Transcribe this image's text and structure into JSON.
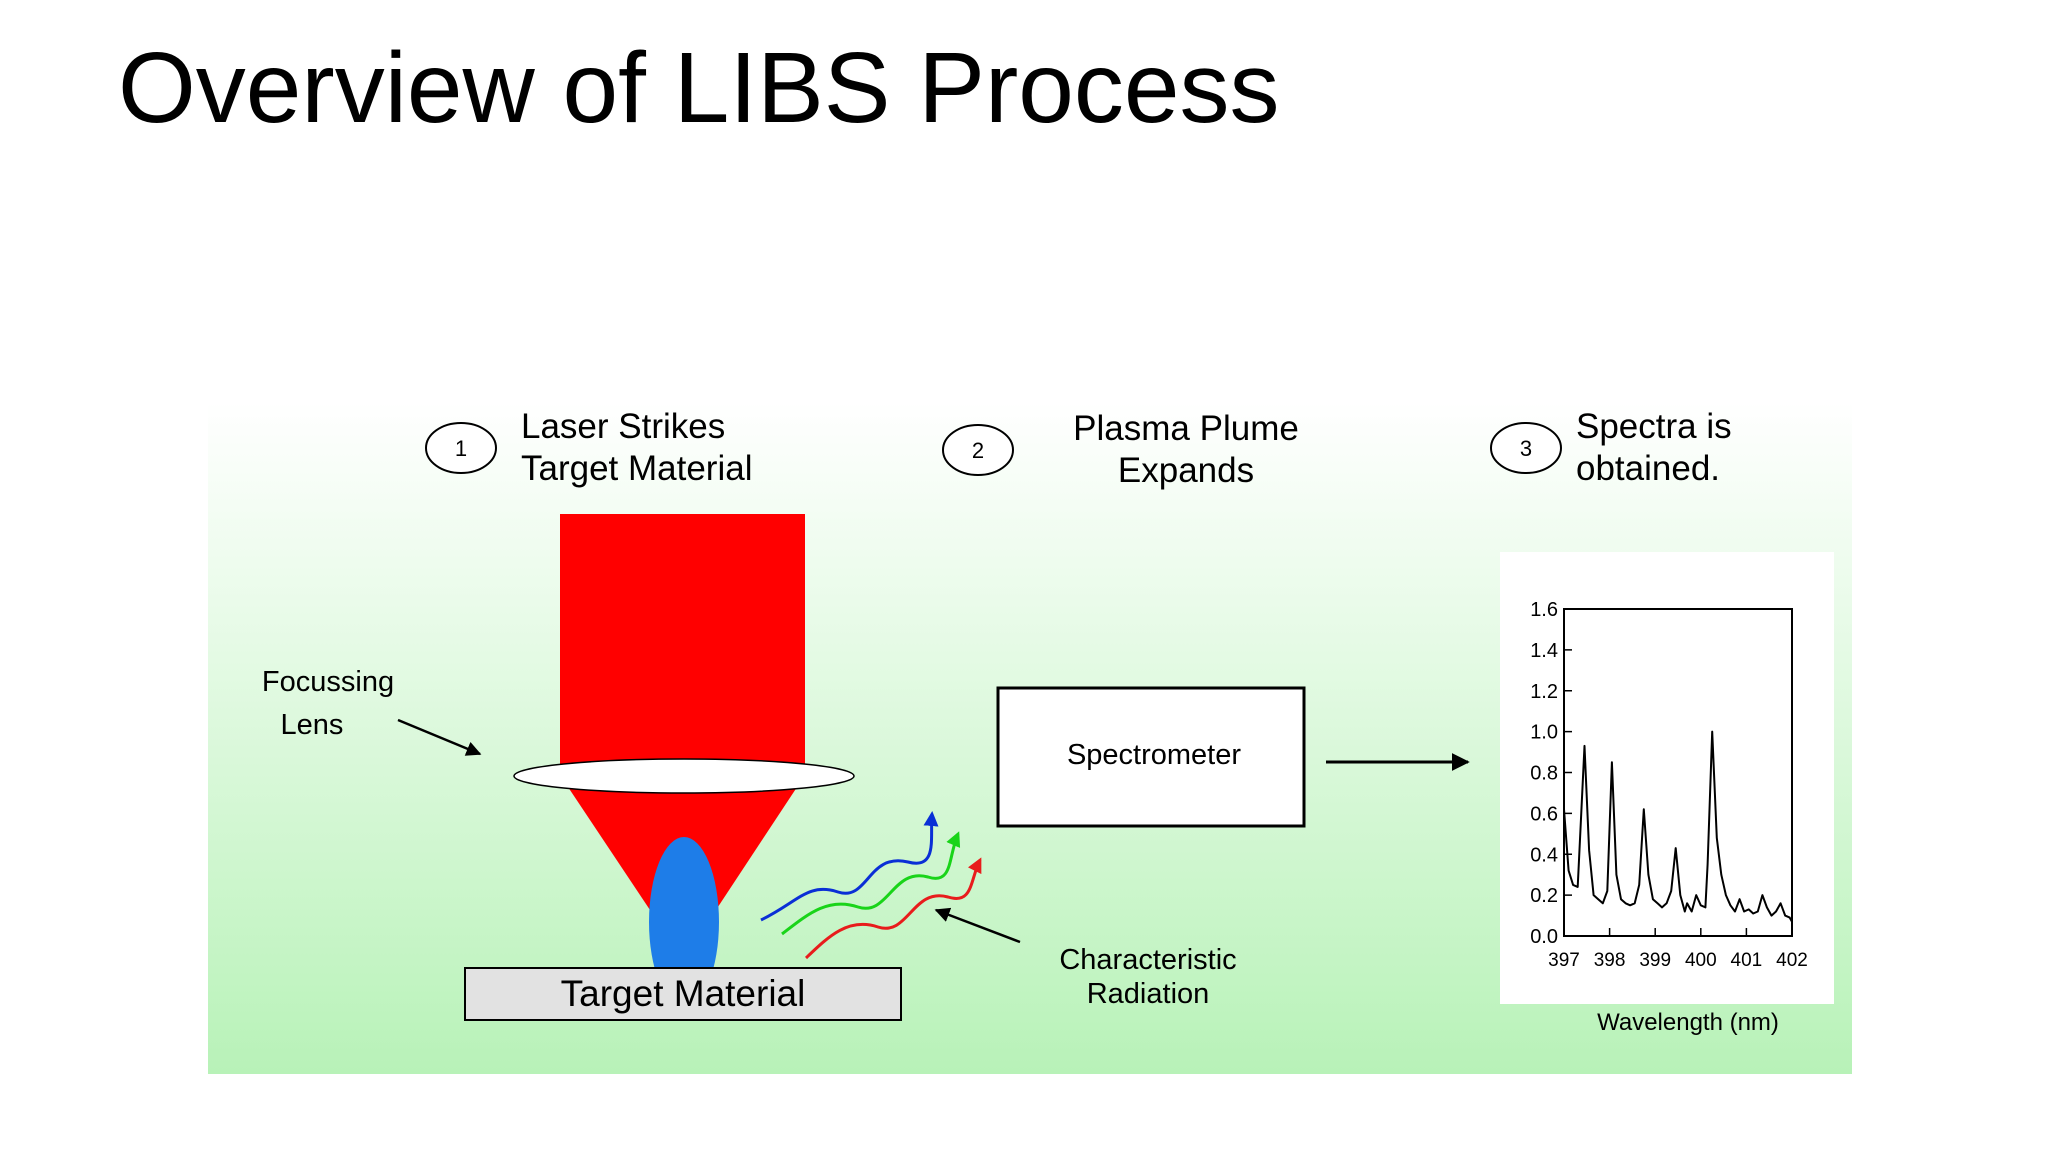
{
  "slide": {
    "title": "Overview of LIBS Process"
  },
  "diagram": {
    "background_top_color": "#ffffff",
    "background_bottom_color": "#b8f2b8",
    "steps": [
      {
        "number": "1",
        "line1": "Laser Strikes",
        "line2": "Target Material"
      },
      {
        "number": "2",
        "line1": "Plasma Plume",
        "line2": "Expands"
      },
      {
        "number": "3",
        "line1": "Spectra is",
        "line2": "obtained."
      }
    ],
    "labels": {
      "focusing_lens_line1": "Focussing",
      "focusing_lens_line2": "Lens",
      "target_material": "Target Material",
      "spectrometer": "Spectrometer",
      "characteristic_line1": "Characteristic",
      "characteristic_line2": "Radiation"
    },
    "colors": {
      "laser_beam": "#ff0000",
      "plasma_plume": "#1e7de8",
      "radiation_blue": "#0a2fd6",
      "radiation_green": "#19d419",
      "radiation_red": "#e81c1c",
      "lens": "#ffffff",
      "target_fill": "#e2e2e2"
    }
  },
  "chart_data": {
    "type": "line",
    "xlabel": "Wavelength (nm)",
    "ylabel": "",
    "xlim": [
      397,
      402
    ],
    "ylim": [
      0.0,
      1.6
    ],
    "x_ticks": [
      "397",
      "398",
      "399",
      "400",
      "401",
      "402"
    ],
    "y_ticks": [
      "0.0",
      "0.2",
      "0.4",
      "0.6",
      "0.8",
      "1.0",
      "1.2",
      "1.4",
      "1.6"
    ],
    "grid": false,
    "series": [
      {
        "x": [
          397.0,
          397.1,
          397.2,
          397.3,
          397.45,
          397.55,
          397.65,
          397.75,
          397.85,
          397.95,
          398.05,
          398.15,
          398.25,
          398.35,
          398.45,
          398.55,
          398.65,
          398.75,
          398.85,
          398.95,
          399.05,
          399.15,
          399.25,
          399.35,
          399.45,
          399.55,
          399.65,
          399.7,
          399.8,
          399.9,
          400.0,
          400.1,
          400.15,
          400.25,
          400.35,
          400.45,
          400.55,
          400.65,
          400.75,
          400.85,
          400.95,
          401.05,
          401.15,
          401.25,
          401.35,
          401.45,
          401.55,
          401.65,
          401.75,
          401.85,
          401.95,
          402.0
        ],
        "y": [
          0.62,
          0.32,
          0.25,
          0.24,
          0.93,
          0.42,
          0.2,
          0.18,
          0.16,
          0.22,
          0.85,
          0.3,
          0.18,
          0.16,
          0.15,
          0.16,
          0.25,
          0.62,
          0.3,
          0.18,
          0.16,
          0.14,
          0.16,
          0.22,
          0.43,
          0.2,
          0.12,
          0.16,
          0.12,
          0.2,
          0.15,
          0.14,
          0.35,
          1.0,
          0.48,
          0.3,
          0.2,
          0.15,
          0.12,
          0.18,
          0.12,
          0.13,
          0.11,
          0.12,
          0.2,
          0.14,
          0.1,
          0.12,
          0.16,
          0.1,
          0.09,
          0.07
        ]
      }
    ]
  }
}
